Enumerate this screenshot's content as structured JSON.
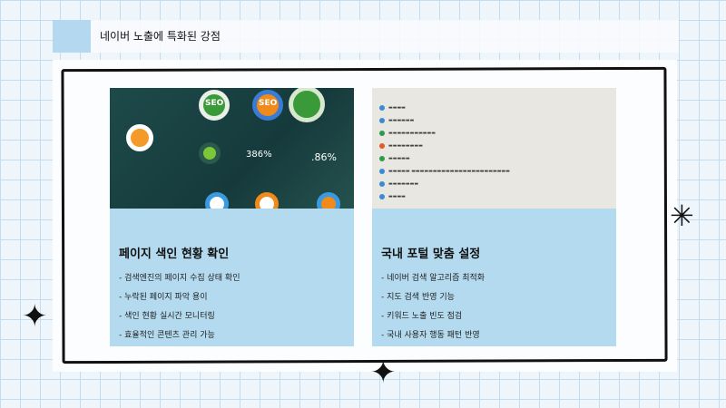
{
  "header": {
    "title": "네이버 노출에 특화된 강점"
  },
  "cards": [
    {
      "title": "페이지 색인 현황 확인",
      "items": [
        "- 검색엔진의 페이지 수집 상태 확인",
        "- 누락된 페이지 파악 용이",
        "- 색인 현황 실시간 모니터링",
        "- 효율적인 콘텐츠 관리 가능"
      ],
      "image_labels": [
        "SEO",
        "SEO",
        "386%",
        ".86%"
      ]
    },
    {
      "title": "국내 포털 맞춤 설정",
      "items": [
        "- 네이버 검색 알고리즘 최적화",
        "- 지도 검색 반영 기능",
        "- 키워드 노출 빈도 점검",
        "- 국내 사용자 행동 패턴 반영"
      ]
    }
  ],
  "colors": {
    "accent": "#b3daee",
    "frame": "#111111"
  }
}
